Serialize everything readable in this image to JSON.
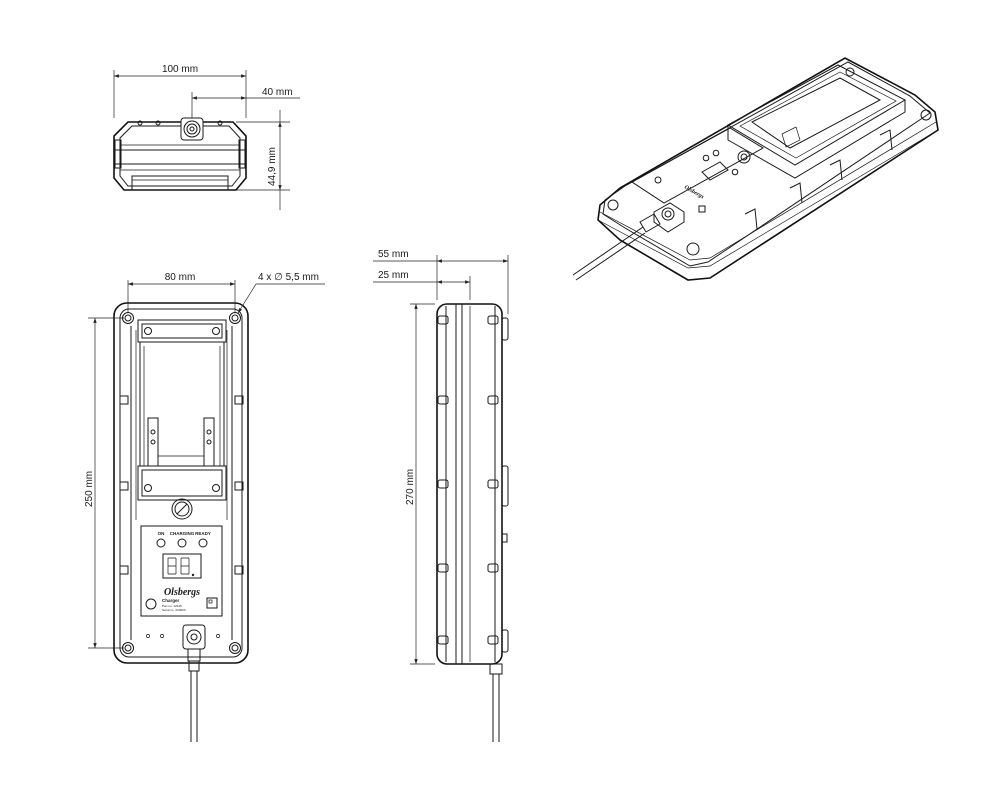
{
  "dimensions": {
    "width_100": "100 mm",
    "offset_40": "40 mm",
    "height_44_9": "44,9 mm",
    "width_80": "80 mm",
    "holes": "4 x ∅ 5,5 mm",
    "length_250": "250 mm",
    "depth_55": "55 mm",
    "depth_25": "25 mm",
    "length_270": "270 mm"
  },
  "panel": {
    "led_on": "ON",
    "led_charging": "CHARGING",
    "led_ready": "READY",
    "display": "88.",
    "brand": "Olsbergs",
    "label_title": "Charger",
    "label_line1": "Part no. 12345",
    "label_line2": "Serial no. 000000",
    "iso_brand": "Olsbergs"
  }
}
